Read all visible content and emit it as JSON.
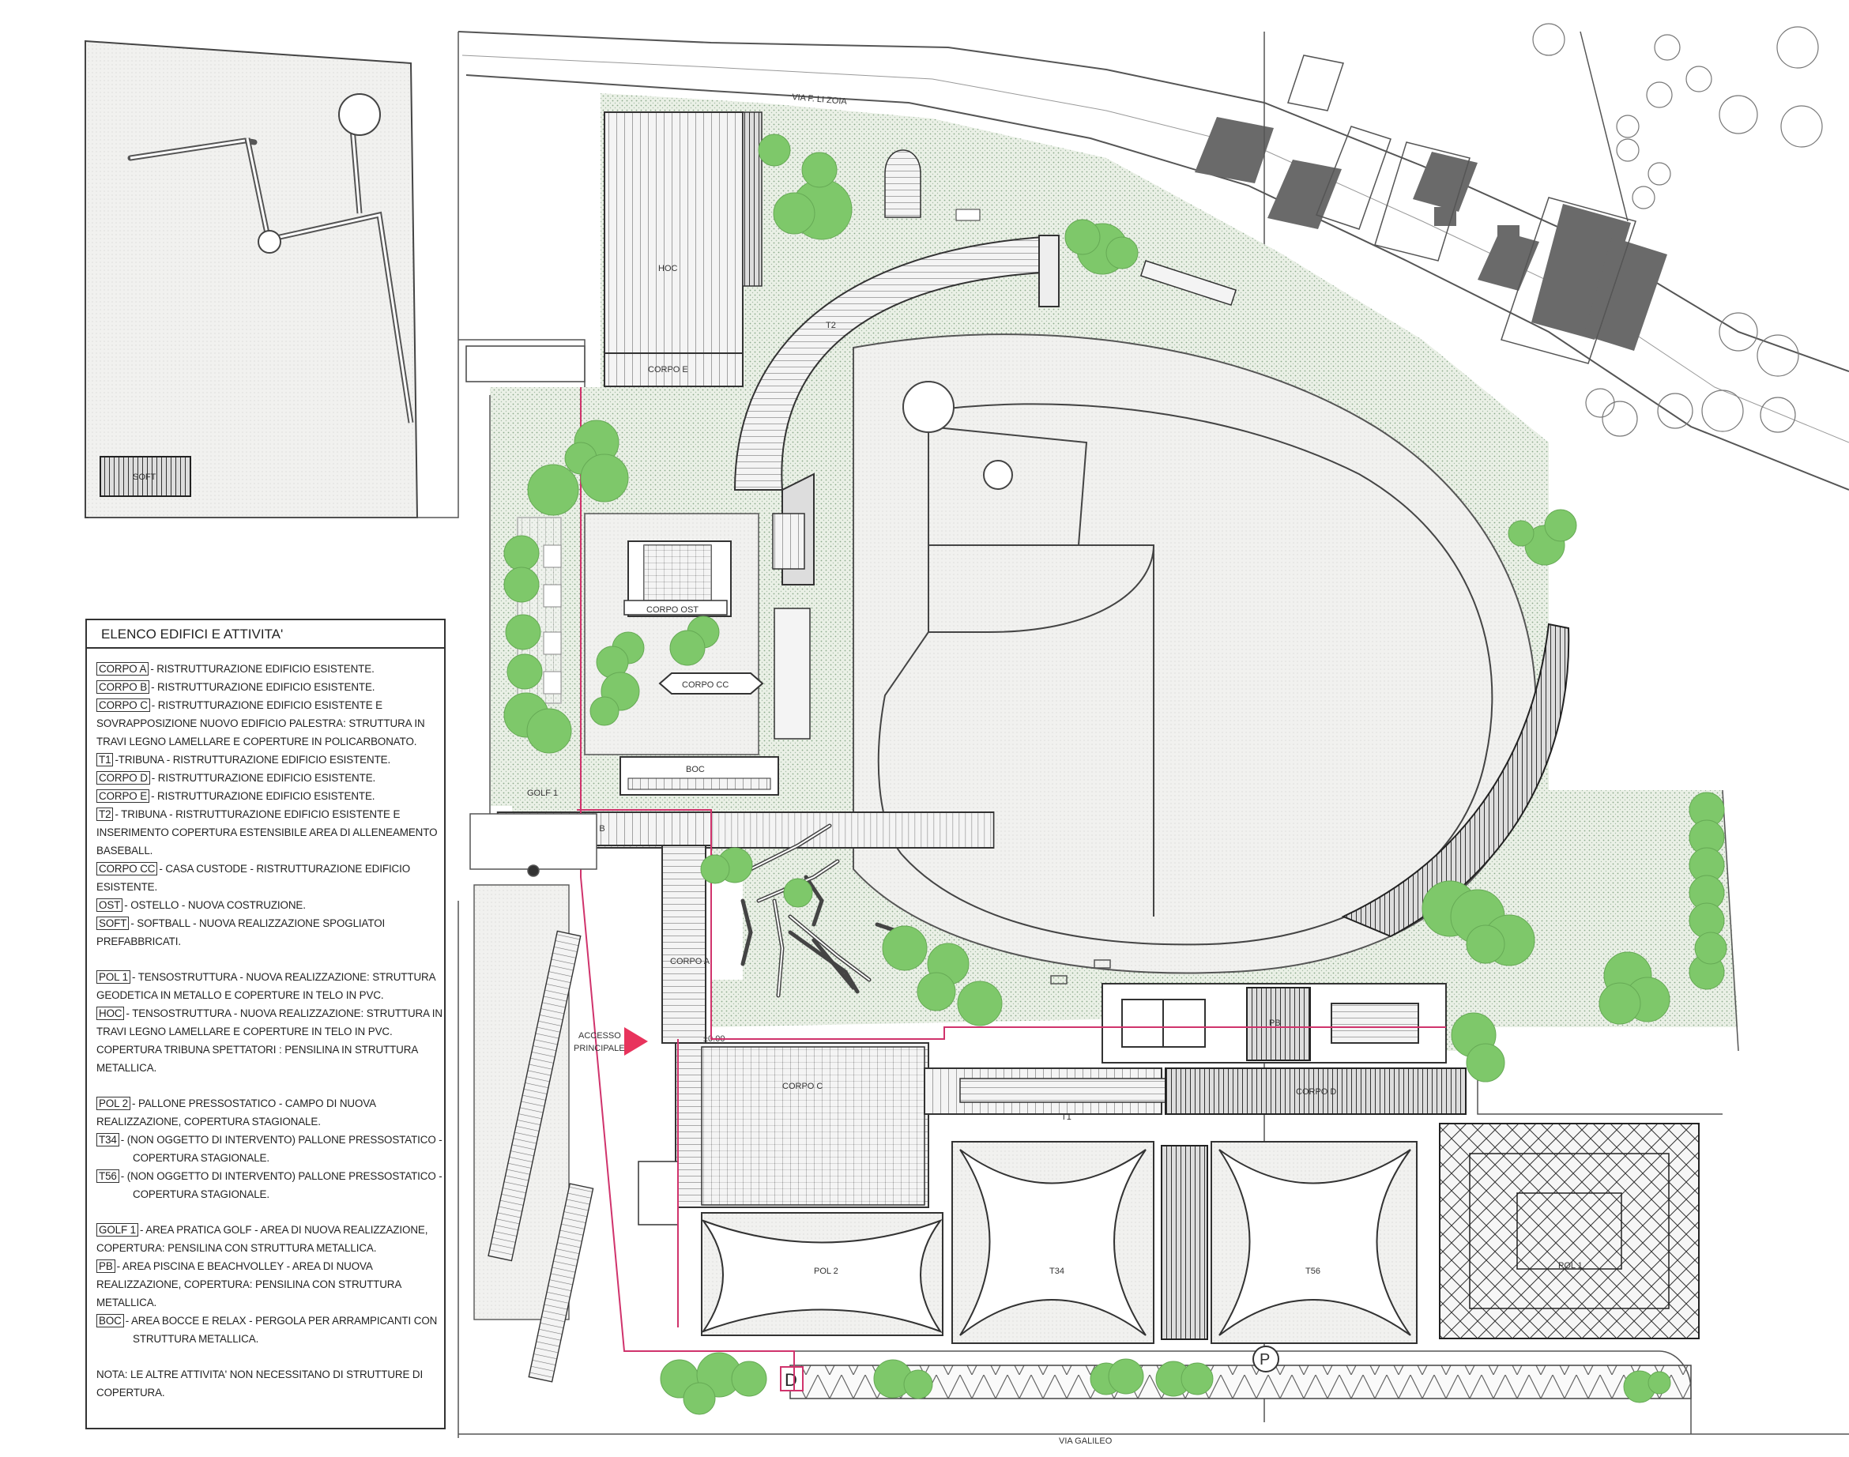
{
  "legend": {
    "title": "ELENCO EDIFICI E ATTIVITA'",
    "entries": [
      {
        "code": "CORPO A",
        "lines": [
          "- RISTRUTTURAZIONE EDIFICIO ESISTENTE."
        ]
      },
      {
        "code": "CORPO B",
        "lines": [
          "- RISTRUTTURAZIONE EDIFICIO ESISTENTE."
        ]
      },
      {
        "code": "CORPO C",
        "lines": [
          "- RISTRUTTURAZIONE EDIFICIO ESISTENTE E",
          "SOVRAPPOSIZIONE NUOVO EDIFICIO PALESTRA:   STRUTTURA IN",
          "TRAVI LEGNO LAMELLARE E COPERTURE IN POLICARBONATO."
        ]
      },
      {
        "code": "T1",
        "lines": [
          "-TRIBUNA - RISTRUTTURAZIONE EDIFICIO ESISTENTE."
        ]
      },
      {
        "code": "CORPO D",
        "lines": [
          "- RISTRUTTURAZIONE EDIFICIO ESISTENTE."
        ]
      },
      {
        "code": "CORPO E",
        "lines": [
          "- RISTRUTTURAZIONE EDIFICIO ESISTENTE."
        ]
      },
      {
        "code": "T2",
        "lines": [
          "- TRIBUNA - RISTRUTTURAZIONE EDIFICIO ESISTENTE E",
          "INSERIMENTO COPERTURA ESTENSIBILE AREA DI    ALLENEAMENTO",
          "BASEBALL."
        ]
      },
      {
        "code": "CORPO CC",
        "lines": [
          "- CASA CUSTODE - RISTRUTTURAZIONE EDIFICIO",
          "ESISTENTE."
        ]
      },
      {
        "code": "OST",
        "lines": [
          "- OSTELLO - NUOVA COSTRUZIONE."
        ]
      },
      {
        "code": "SOFT",
        "lines": [
          "- SOFTBALL - NUOVA REALIZZAZIONE SPOGLIATOI",
          "PREFABBRICATI."
        ]
      },
      {
        "gap": true
      },
      {
        "code": "POL 1",
        "lines": [
          "- TENSOSTRUTTURA  - NUOVA REALIZZAZIONE: STRUTTURA",
          "GEODETICA IN METALLO E COPERTURE IN TELO IN PVC."
        ]
      },
      {
        "code": "HOC",
        "lines": [
          "- TENSOSTRUTTURA - NUOVA REALIZZAZIONE: STRUTTURA IN",
          "TRAVI LEGNO LAMELLARE E COPERTURE IN TELO IN PVC.",
          "COPERTURA TRIBUNA SPETTATORI : PENSILINA IN  STRUTTURA",
          "METALLICA."
        ]
      },
      {
        "gap": true
      },
      {
        "code": "POL 2",
        "lines": [
          "- PALLONE PRESSOSTATICO  - CAMPO DI NUOVA",
          "REALIZZAZIONE, COPERTURA STAGIONALE."
        ]
      },
      {
        "code": "T34",
        "lines": [
          "- (NON OGGETTO DI INTERVENTO) PALLONE PRESSOSTATICO  -",
          "COPERTURA STAGIONALE."
        ],
        "indent_from": 1
      },
      {
        "code": "T56",
        "lines": [
          "- (NON OGGETTO DI INTERVENTO) PALLONE PRESSOSTATICO  -",
          "COPERTURA STAGIONALE."
        ],
        "indent_from": 1
      },
      {
        "gap": true
      },
      {
        "code": "GOLF 1",
        "lines": [
          "- AREA PRATICA GOLF - AREA DI NUOVA REALIZZAZIONE,",
          "COPERTURA: PENSILINA CON STRUTTURA   METALLICA."
        ]
      },
      {
        "code": "PB",
        "lines": [
          "- AREA PISCINA E BEACHVOLLEY - AREA DI NUOVA",
          "REALIZZAZIONE, COPERTURA: PENSILINA CON STRUTTURA",
          "METALLICA."
        ]
      },
      {
        "code": "BOC",
        "lines": [
          "- AREA BOCCE E RELAX - PERGOLA PER ARRAMPICANTI CON",
          "STRUTTURA   METALLICA."
        ],
        "indent_from": 1
      },
      {
        "gap": true
      },
      {
        "code": "",
        "lines": [
          "NOTA: LE ALTRE ATTIVITA' NON NECESSITANO DI STRUTTURE DI",
          "COPERTURA."
        ]
      }
    ]
  },
  "labels": {
    "soft": "SOFT",
    "hoc": "HOC",
    "corpo_e": "CORPO E",
    "t2": "T2",
    "corpo_ost": "CORPO OST",
    "corpo_cc": "CORPO CC",
    "boc": "BOC",
    "golf": "GOLF 1",
    "corpo_b": "CORPO B",
    "corpo_a": "CORPO A",
    "accesso": "ACCESSO",
    "principale": "PRINCIPALE",
    "quota": "±0.00",
    "corpo_c": "CORPO C",
    "t1": "T1",
    "corpo_d": "CORPO D",
    "pb": "PB",
    "pol2": "POL 2",
    "t34": "T34",
    "t56": "T56",
    "pol1": "POL 1",
    "parking": "P",
    "d_marker": "D",
    "street_top": "VIA F. LI ZOIA",
    "street_bottom": "VIA GALILEO"
  },
  "colors": {
    "tree": "#7ec86a",
    "grass": "#e6ece2",
    "building_dark": "#6a6a6a",
    "path_red": "#d0336c",
    "line": "#444444"
  }
}
